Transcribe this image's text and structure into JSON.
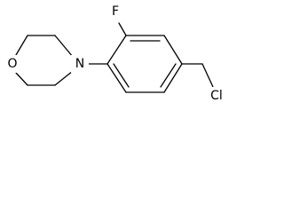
{
  "molecule": {
    "atoms": {
      "oxygen": "O",
      "nitrogen": "N",
      "fluorine": "F",
      "chlorine": "Cl"
    }
  }
}
